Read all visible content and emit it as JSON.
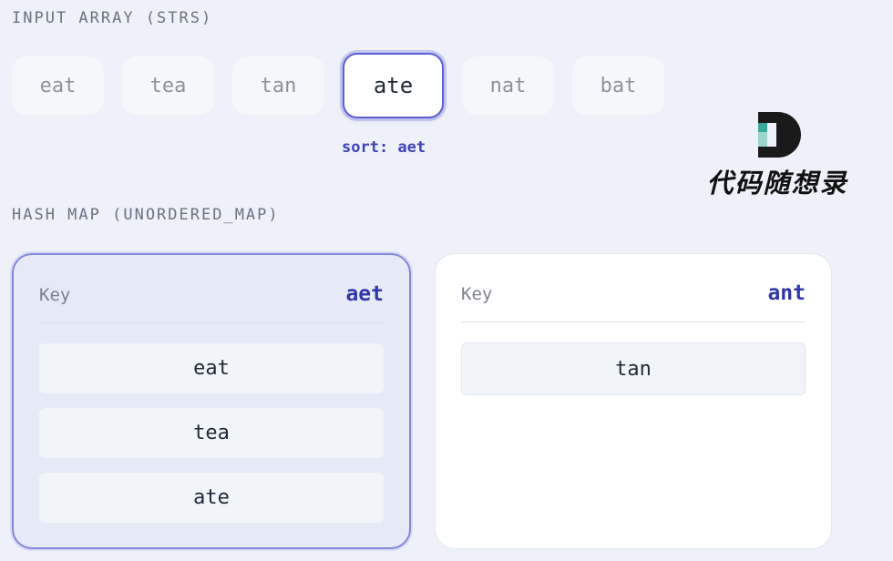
{
  "sections": {
    "input_title": "INPUT ARRAY (STRS)",
    "map_title": "HASH MAP (UNORDERED_MAP)"
  },
  "input": {
    "strs": [
      "eat",
      "tea",
      "tan",
      "ate",
      "nat",
      "bat"
    ],
    "active_index": 3,
    "sort_note": "sort: aet"
  },
  "logo": {
    "text": "代码随想录",
    "colors": {
      "dark": "#111111",
      "teal": "#3aa89a"
    }
  },
  "hashmap": {
    "key_label": "Key",
    "selected_bucket": 0,
    "buckets": [
      {
        "key": "aet",
        "values": [
          "eat",
          "tea",
          "ate"
        ]
      },
      {
        "key": "ant",
        "values": [
          "tan"
        ]
      }
    ]
  },
  "colors": {
    "background": "#eef1f9",
    "accent": "#3f43b8",
    "chip": "#f6f7fb",
    "selected_card": "#e6e9f6"
  }
}
